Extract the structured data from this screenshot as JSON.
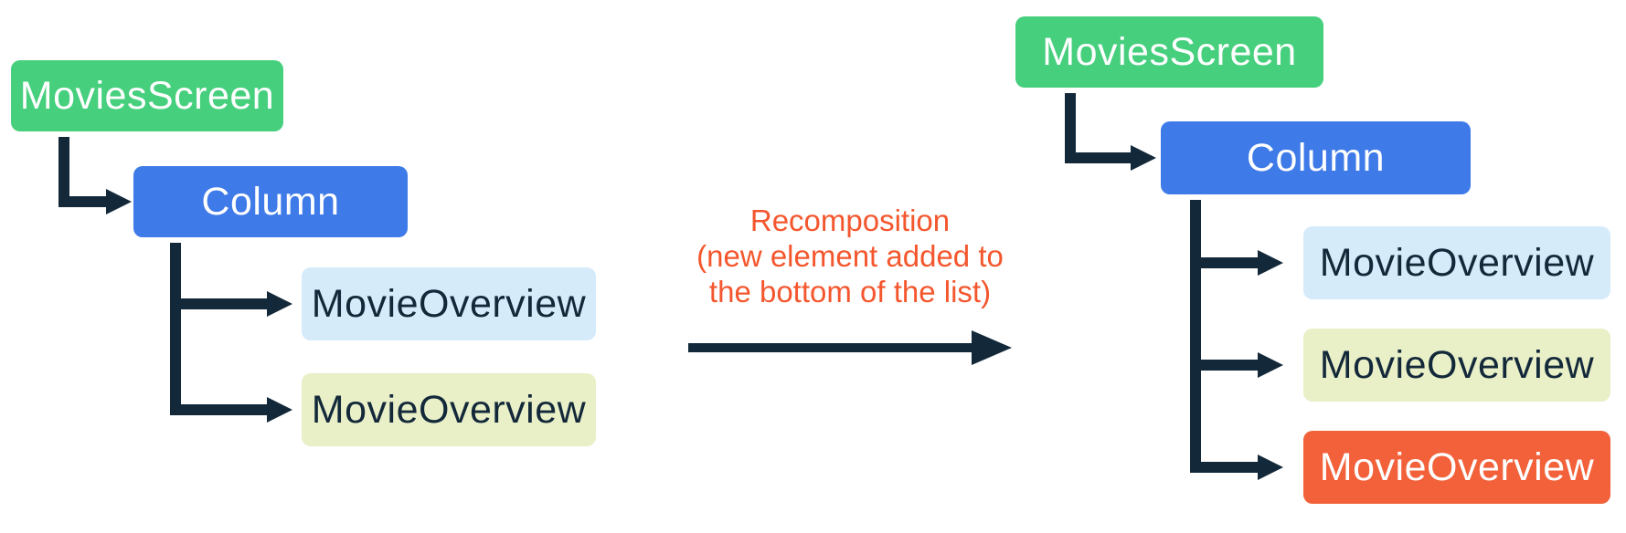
{
  "colors": {
    "node_green": "#46CF7D",
    "node_blue": "#3E7AE8",
    "node_lightblue": "#D6EBFA",
    "node_lime": "#E9EFC7",
    "node_orange": "#F2613A",
    "connector": "#13293A",
    "label_orange": "#F4572E",
    "text_dark": "#13293A",
    "text_light": "#FFFFFF"
  },
  "left_tree": {
    "root_label": "MoviesScreen",
    "column_label": "Column",
    "children": [
      {
        "label": "MovieOverview"
      },
      {
        "label": "MovieOverview"
      }
    ]
  },
  "transition": {
    "caption_lines": [
      "Recomposition",
      "(new element added to",
      "the bottom of the list)"
    ]
  },
  "right_tree": {
    "root_label": "MoviesScreen",
    "column_label": "Column",
    "children": [
      {
        "label": "MovieOverview"
      },
      {
        "label": "MovieOverview"
      },
      {
        "label": "MovieOverview"
      }
    ]
  }
}
